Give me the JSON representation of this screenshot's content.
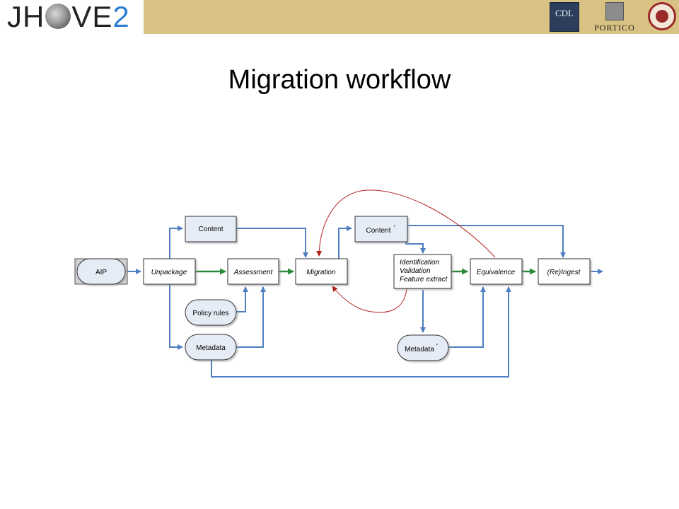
{
  "header": {
    "logo_prefix": "JH",
    "logo_suffix": "VE",
    "logo_number": "2",
    "partner_logos": [
      {
        "name": "cdl-logo",
        "text": "CDL"
      },
      {
        "name": "portico-logo",
        "text": "PORTICO"
      },
      {
        "name": "university-seal",
        "text": ""
      }
    ],
    "band_color": "#d9c384"
  },
  "title": "Migration workflow",
  "diagram": {
    "nodes": {
      "aip": "AIP",
      "unpackage": "Unpackage",
      "assessment": "Assessment",
      "migration": "Migration",
      "content": "Content",
      "policy_rules": "Policy rules",
      "metadata": "Metadata",
      "content_prime": "Content",
      "content_prime_mark": "′",
      "identification_1": "Identification",
      "identification_2": "Validation",
      "identification_3": "Feature extract",
      "equivalence": "Equivalence",
      "reingest": "(Re)Ingest",
      "metadata_prime": "Metadata",
      "metadata_prime_mark": "′"
    },
    "colors": {
      "blue_flow": "#4f7fc1",
      "green_flow": "#2a8a3a",
      "red_loop": "#b22222",
      "node_fill": "#ffffff",
      "rounded_fill": "#e6ecf5"
    }
  }
}
